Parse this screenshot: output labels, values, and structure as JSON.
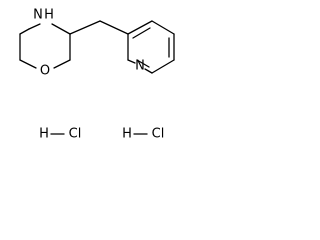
{
  "structure": {
    "atoms": {
      "morpholine_nh": "N",
      "morpholine_nh_h": "H",
      "morpholine_o": "O",
      "pyridine_n": "N"
    },
    "salt": [
      {
        "h": "H",
        "dash": "—",
        "cl": "Cl"
      },
      {
        "h": "H",
        "dash": "—",
        "cl": "Cl"
      }
    ]
  },
  "colors": {
    "bond": "#000000",
    "text": "#000000",
    "background": "#ffffff"
  }
}
